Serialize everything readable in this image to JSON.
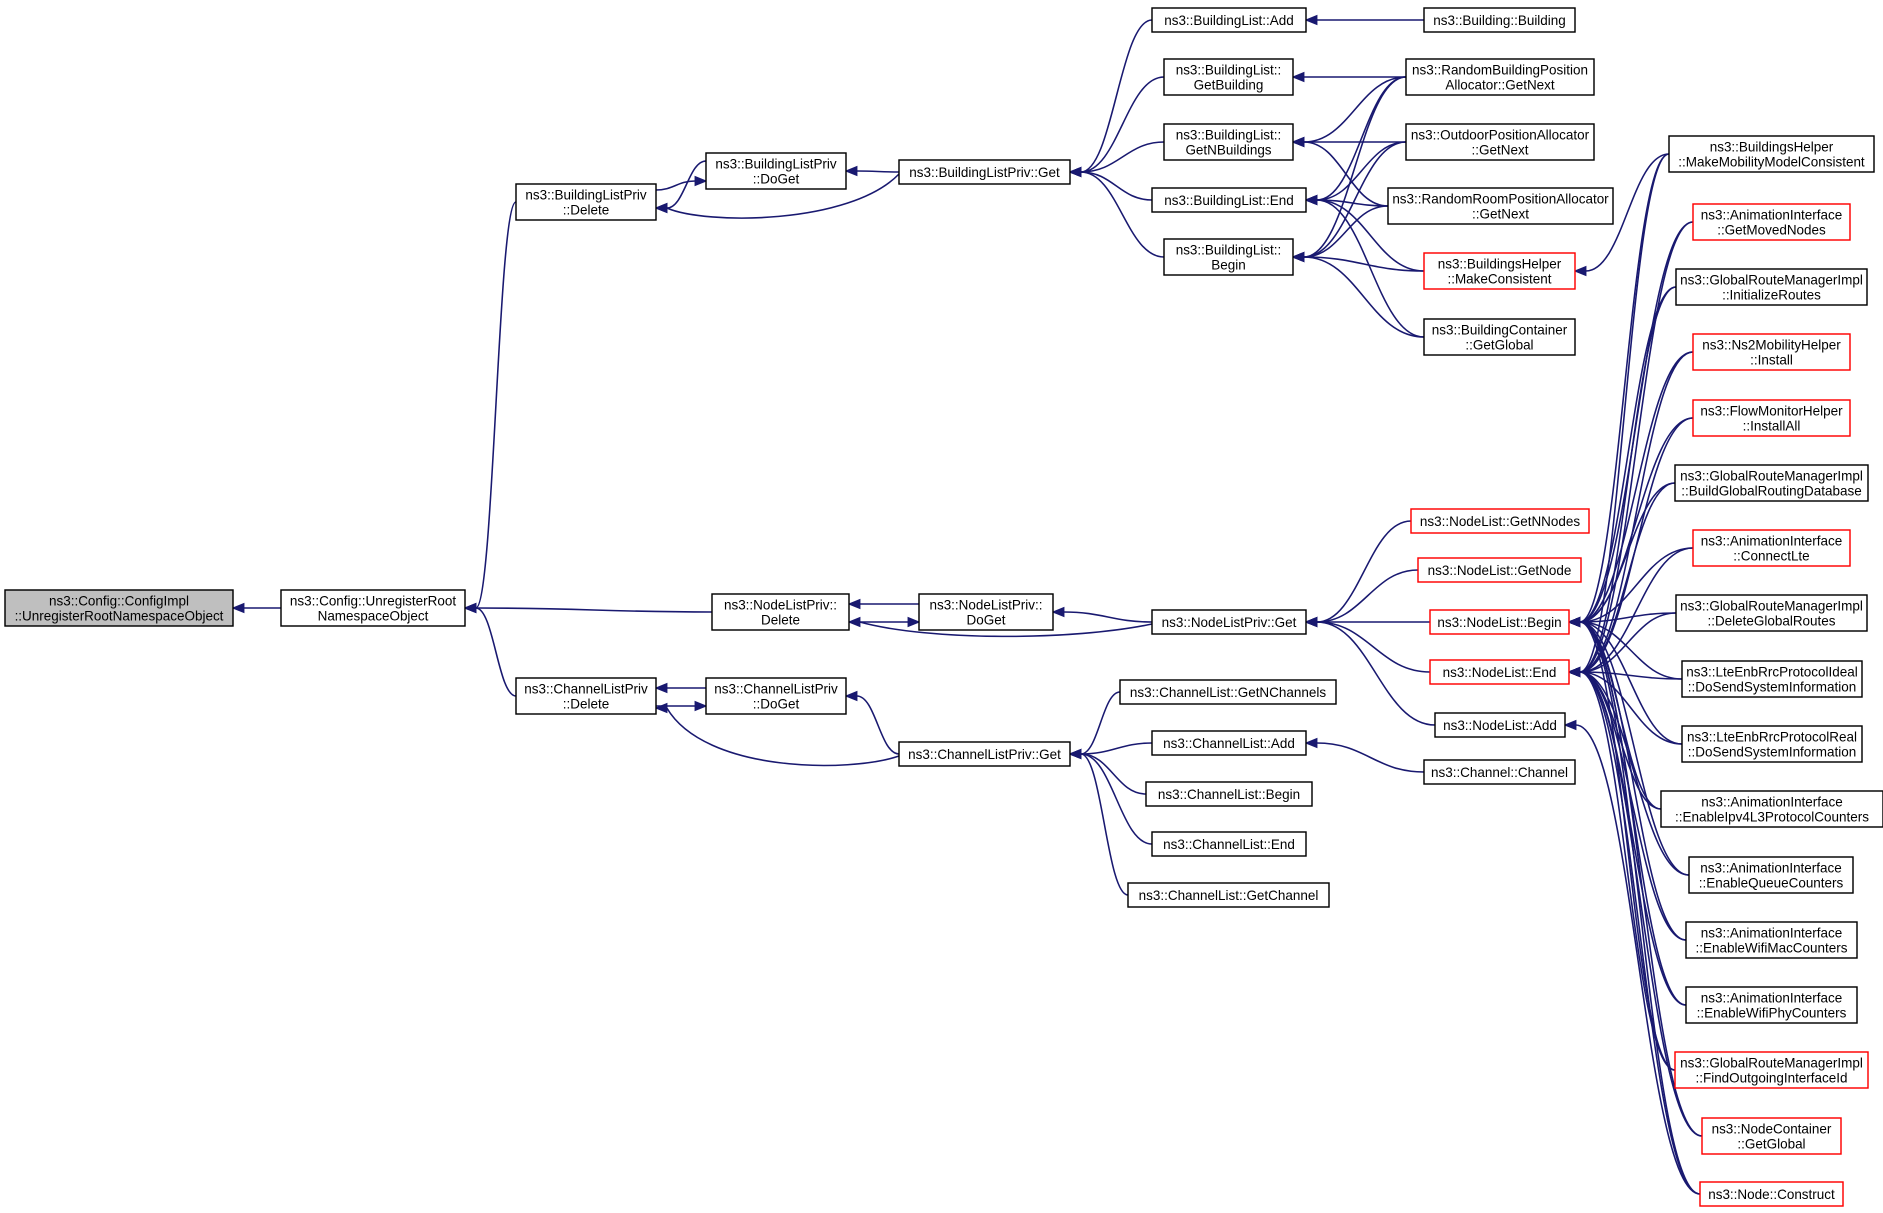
{
  "colors": {
    "edge": "#191970",
    "root_fill": "#bfbfbf",
    "external_node_border": "#ff0000",
    "node_border": "#000000"
  },
  "nodes": {
    "root": {
      "lines": [
        "ns3::Config::ConfigImpl",
        "::UnregisterRootNamespaceObject"
      ],
      "kind": "root"
    },
    "unreg": {
      "lines": [
        "ns3::Config::UnregisterRoot",
        "NamespaceObject"
      ],
      "kind": "normal"
    },
    "blpDelete": {
      "lines": [
        "ns3::BuildingListPriv",
        "::Delete"
      ],
      "kind": "normal"
    },
    "blpDoGet": {
      "lines": [
        "ns3::BuildingListPriv",
        "::DoGet"
      ],
      "kind": "normal"
    },
    "blpGet": {
      "lines": [
        "ns3::BuildingListPriv::Get"
      ],
      "kind": "normal"
    },
    "blAdd": {
      "lines": [
        "ns3::BuildingList::Add"
      ],
      "kind": "normal"
    },
    "blGetBuilding": {
      "lines": [
        "ns3::BuildingList::",
        "GetBuilding"
      ],
      "kind": "normal"
    },
    "blGetN": {
      "lines": [
        "ns3::BuildingList::",
        "GetNBuildings"
      ],
      "kind": "normal"
    },
    "blEnd": {
      "lines": [
        "ns3::BuildingList::End"
      ],
      "kind": "normal"
    },
    "blBegin": {
      "lines": [
        "ns3::BuildingList::",
        "Begin"
      ],
      "kind": "normal"
    },
    "building": {
      "lines": [
        "ns3::Building::Building"
      ],
      "kind": "normal"
    },
    "rbpa": {
      "lines": [
        "ns3::RandomBuildingPosition",
        "Allocator::GetNext"
      ],
      "kind": "normal"
    },
    "opa": {
      "lines": [
        "ns3::OutdoorPositionAllocator",
        "::GetNext"
      ],
      "kind": "normal"
    },
    "rrpa": {
      "lines": [
        "ns3::RandomRoomPositionAllocator",
        "::GetNext"
      ],
      "kind": "normal"
    },
    "bhMake": {
      "lines": [
        "ns3::BuildingsHelper",
        "::MakeConsistent"
      ],
      "kind": "external"
    },
    "bcGlobal": {
      "lines": [
        "ns3::BuildingContainer",
        "::GetGlobal"
      ],
      "kind": "normal"
    },
    "nlpDelete": {
      "lines": [
        "ns3::NodeListPriv::",
        "Delete"
      ],
      "kind": "normal"
    },
    "nlpDoGet": {
      "lines": [
        "ns3::NodeListPriv::",
        "DoGet"
      ],
      "kind": "normal"
    },
    "nlpGet": {
      "lines": [
        "ns3::NodeListPriv::Get"
      ],
      "kind": "normal"
    },
    "nlGetN": {
      "lines": [
        "ns3::NodeList::GetNNodes"
      ],
      "kind": "external"
    },
    "nlGetNode": {
      "lines": [
        "ns3::NodeList::GetNode"
      ],
      "kind": "external"
    },
    "nlBegin": {
      "lines": [
        "ns3::NodeList::Begin"
      ],
      "kind": "external"
    },
    "nlEnd": {
      "lines": [
        "ns3::NodeList::End"
      ],
      "kind": "external"
    },
    "nlAdd": {
      "lines": [
        "ns3::NodeList::Add"
      ],
      "kind": "normal"
    },
    "clpDelete": {
      "lines": [
        "ns3::ChannelListPriv",
        "::Delete"
      ],
      "kind": "normal"
    },
    "clpDoGet": {
      "lines": [
        "ns3::ChannelListPriv",
        "::DoGet"
      ],
      "kind": "normal"
    },
    "clpGet": {
      "lines": [
        "ns3::ChannelListPriv::Get"
      ],
      "kind": "normal"
    },
    "clGetN": {
      "lines": [
        "ns3::ChannelList::GetNChannels"
      ],
      "kind": "normal"
    },
    "clAdd": {
      "lines": [
        "ns3::ChannelList::Add"
      ],
      "kind": "normal"
    },
    "clBegin": {
      "lines": [
        "ns3::ChannelList::Begin"
      ],
      "kind": "normal"
    },
    "clEnd": {
      "lines": [
        "ns3::ChannelList::End"
      ],
      "kind": "normal"
    },
    "clGetChannel": {
      "lines": [
        "ns3::ChannelList::GetChannel"
      ],
      "kind": "normal"
    },
    "channel": {
      "lines": [
        "ns3::Channel::Channel"
      ],
      "kind": "normal"
    },
    "bhMobility": {
      "lines": [
        "ns3::BuildingsHelper",
        "::MakeMobilityModelConsistent"
      ],
      "kind": "normal"
    },
    "aiMoved": {
      "lines": [
        "ns3::AnimationInterface",
        "::GetMovedNodes"
      ],
      "kind": "external"
    },
    "grmInit": {
      "lines": [
        "ns3::GlobalRouteManagerImpl",
        "::InitializeRoutes"
      ],
      "kind": "normal"
    },
    "ns2Install": {
      "lines": [
        "ns3::Ns2MobilityHelper",
        "::Install"
      ],
      "kind": "external"
    },
    "fmInstall": {
      "lines": [
        "ns3::FlowMonitorHelper",
        "::InstallAll"
      ],
      "kind": "external"
    },
    "grmBuild": {
      "lines": [
        "ns3::GlobalRouteManagerImpl",
        "::BuildGlobalRoutingDatabase"
      ],
      "kind": "normal"
    },
    "aiLte": {
      "lines": [
        "ns3::AnimationInterface",
        "::ConnectLte"
      ],
      "kind": "external"
    },
    "grmDelete": {
      "lines": [
        "ns3::GlobalRouteManagerImpl",
        "::DeleteGlobalRoutes"
      ],
      "kind": "normal"
    },
    "lteIdeal": {
      "lines": [
        "ns3::LteEnbRrcProtocolIdeal",
        "::DoSendSystemInformation"
      ],
      "kind": "normal"
    },
    "lteReal": {
      "lines": [
        "ns3::LteEnbRrcProtocolReal",
        "::DoSendSystemInformation"
      ],
      "kind": "normal"
    },
    "aiIpv4": {
      "lines": [
        "ns3::AnimationInterface",
        "::EnableIpv4L3ProtocolCounters"
      ],
      "kind": "normal"
    },
    "aiQueue": {
      "lines": [
        "ns3::AnimationInterface",
        "::EnableQueueCounters"
      ],
      "kind": "normal"
    },
    "aiWifiMac": {
      "lines": [
        "ns3::AnimationInterface",
        "::EnableWifiMacCounters"
      ],
      "kind": "normal"
    },
    "aiWifiPhy": {
      "lines": [
        "ns3::AnimationInterface",
        "::EnableWifiPhyCounters"
      ],
      "kind": "normal"
    },
    "grmFind": {
      "lines": [
        "ns3::GlobalRouteManagerImpl",
        "::FindOutgoingInterfaceId"
      ],
      "kind": "external"
    },
    "ncGlobal": {
      "lines": [
        "ns3::NodeContainer",
        "::GetGlobal"
      ],
      "kind": "external"
    },
    "nodeConstruct": {
      "lines": [
        "ns3::Node::Construct"
      ],
      "kind": "external"
    }
  },
  "edges": [
    [
      "unreg",
      "root"
    ],
    [
      "blpDelete",
      "unreg"
    ],
    [
      "nlpDelete",
      "unreg"
    ],
    [
      "clpDelete",
      "unreg"
    ],
    [
      "blpDoGet",
      "blpDelete"
    ],
    [
      "blpDelete",
      "blpDoGet"
    ],
    [
      "blpGet",
      "blpDelete"
    ],
    [
      "blpGet",
      "blpDoGet"
    ],
    [
      "blAdd",
      "blpGet"
    ],
    [
      "blGetBuilding",
      "blpGet"
    ],
    [
      "blGetN",
      "blpGet"
    ],
    [
      "blEnd",
      "blpGet"
    ],
    [
      "blBegin",
      "blpGet"
    ],
    [
      "building",
      "blAdd"
    ],
    [
      "rbpa",
      "blGetBuilding"
    ],
    [
      "rbpa",
      "blGetN"
    ],
    [
      "opa",
      "blGetN"
    ],
    [
      "rrpa",
      "blGetN"
    ],
    [
      "rbpa",
      "blEnd"
    ],
    [
      "opa",
      "blEnd"
    ],
    [
      "rrpa",
      "blEnd"
    ],
    [
      "bhMake",
      "blEnd"
    ],
    [
      "bcGlobal",
      "blEnd"
    ],
    [
      "rbpa",
      "blBegin"
    ],
    [
      "opa",
      "blBegin"
    ],
    [
      "rrpa",
      "blBegin"
    ],
    [
      "bhMake",
      "blBegin"
    ],
    [
      "bcGlobal",
      "blBegin"
    ],
    [
      "bhMobility",
      "bhMake"
    ],
    [
      "nlpDoGet",
      "nlpDelete"
    ],
    [
      "nlpDelete",
      "nlpDoGet"
    ],
    [
      "nlpGet",
      "nlpDelete"
    ],
    [
      "nlpGet",
      "nlpDoGet"
    ],
    [
      "nlGetN",
      "nlpGet"
    ],
    [
      "nlGetNode",
      "nlpGet"
    ],
    [
      "nlBegin",
      "nlpGet"
    ],
    [
      "nlEnd",
      "nlpGet"
    ],
    [
      "nlAdd",
      "nlpGet"
    ],
    [
      "nodeConstruct",
      "nlAdd"
    ],
    [
      "clpDoGet",
      "clpDelete"
    ],
    [
      "clpDelete",
      "clpDoGet"
    ],
    [
      "clpGet",
      "clpDelete"
    ],
    [
      "clpGet",
      "clpDoGet"
    ],
    [
      "clGetN",
      "clpGet"
    ],
    [
      "clAdd",
      "clpGet"
    ],
    [
      "clBegin",
      "clpGet"
    ],
    [
      "clEnd",
      "clpGet"
    ],
    [
      "clGetChannel",
      "clpGet"
    ],
    [
      "channel",
      "clAdd"
    ],
    [
      "bhMobility",
      "nlBegin"
    ],
    [
      "aiMoved",
      "nlBegin"
    ],
    [
      "grmInit",
      "nlBegin"
    ],
    [
      "ns2Install",
      "nlBegin"
    ],
    [
      "fmInstall",
      "nlBegin"
    ],
    [
      "grmBuild",
      "nlBegin"
    ],
    [
      "aiLte",
      "nlBegin"
    ],
    [
      "grmDelete",
      "nlBegin"
    ],
    [
      "lteIdeal",
      "nlBegin"
    ],
    [
      "lteReal",
      "nlBegin"
    ],
    [
      "aiIpv4",
      "nlBegin"
    ],
    [
      "aiQueue",
      "nlBegin"
    ],
    [
      "aiWifiMac",
      "nlBegin"
    ],
    [
      "aiWifiPhy",
      "nlBegin"
    ],
    [
      "grmFind",
      "nlBegin"
    ],
    [
      "ncGlobal",
      "nlBegin"
    ],
    [
      "nodeConstruct",
      "nlBegin"
    ],
    [
      "bhMobility",
      "nlEnd"
    ],
    [
      "aiMoved",
      "nlEnd"
    ],
    [
      "grmInit",
      "nlEnd"
    ],
    [
      "ns2Install",
      "nlEnd"
    ],
    [
      "fmInstall",
      "nlEnd"
    ],
    [
      "grmBuild",
      "nlEnd"
    ],
    [
      "aiLte",
      "nlEnd"
    ],
    [
      "grmDelete",
      "nlEnd"
    ],
    [
      "lteIdeal",
      "nlEnd"
    ],
    [
      "lteReal",
      "nlEnd"
    ],
    [
      "aiIpv4",
      "nlEnd"
    ],
    [
      "aiQueue",
      "nlEnd"
    ],
    [
      "aiWifiMac",
      "nlEnd"
    ],
    [
      "aiWifiPhy",
      "nlEnd"
    ],
    [
      "grmFind",
      "nlEnd"
    ],
    [
      "ncGlobal",
      "nlEnd"
    ],
    [
      "nodeConstruct",
      "nlEnd"
    ]
  ]
}
